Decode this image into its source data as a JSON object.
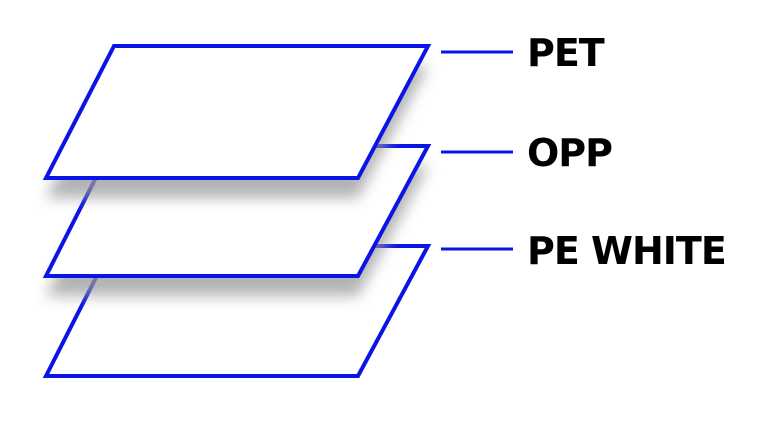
{
  "diagram": {
    "colors": {
      "outline": "#0a14e6",
      "label": "#000000",
      "fill": "#ffffff",
      "shadow": "#9a9a9a"
    },
    "layers": [
      {
        "label": "PET"
      },
      {
        "label": "OPP"
      },
      {
        "label": "PE WHITE"
      }
    ]
  }
}
